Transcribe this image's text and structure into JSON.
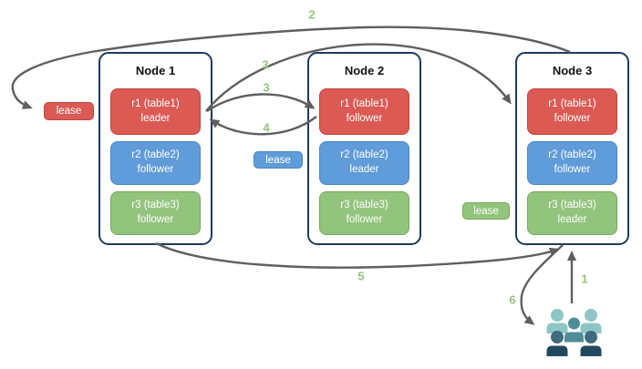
{
  "diagram_type": "raft-replication-lease-diagram",
  "nodes": [
    {
      "title": "Node 1",
      "replicas": [
        {
          "label": "r1 (table1)",
          "role": "leader",
          "color": "red"
        },
        {
          "label": "r2 (table2)",
          "role": "follower",
          "color": "blue"
        },
        {
          "label": "r3 (table3)",
          "role": "follower",
          "color": "green"
        }
      ]
    },
    {
      "title": "Node 2",
      "replicas": [
        {
          "label": "r1 (table1)",
          "role": "follower",
          "color": "red"
        },
        {
          "label": "r2 (table2)",
          "role": "leader",
          "color": "blue"
        },
        {
          "label": "r3 (table3)",
          "role": "follower",
          "color": "green"
        }
      ]
    },
    {
      "title": "Node 3",
      "replicas": [
        {
          "label": "r1 (table1)",
          "role": "follower",
          "color": "red"
        },
        {
          "label": "r2 (table2)",
          "role": "follower",
          "color": "blue"
        },
        {
          "label": "r3 (table3)",
          "role": "leader",
          "color": "green"
        }
      ]
    }
  ],
  "leases": [
    {
      "label": "lease",
      "color": "red"
    },
    {
      "label": "lease",
      "color": "blue"
    },
    {
      "label": "lease",
      "color": "green"
    }
  ],
  "steps": [
    {
      "label": "2",
      "from": "Node 3",
      "to": "red lease (left of Node 1)"
    },
    {
      "label": "3",
      "from": "Node 1 r1 leader",
      "to": "Node 3 r1 follower"
    },
    {
      "label": "3",
      "from": "Node 1 r1 leader",
      "to": "Node 2 r1 follower"
    },
    {
      "label": "4",
      "from": "Node 2 r1 follower",
      "to": "Node 1 r1 leader"
    },
    {
      "label": "5",
      "from": "Node 1",
      "to": "Node 3"
    },
    {
      "label": "1",
      "from": "users",
      "to": "Node 3"
    },
    {
      "label": "6",
      "from": "Node 3",
      "to": "users"
    }
  ],
  "colors": {
    "red": "#db5a54",
    "red_border": "#bc4742",
    "blue": "#5f9cd9",
    "blue_border": "#4a86c6",
    "green": "#93c47d",
    "green_border": "#76a75f",
    "node_border": "#1f3a5f",
    "arrow": "#5f5f5f",
    "step_label": "#93c47d",
    "teal_light": "#8ec6c5",
    "teal_mid": "#4e8c98",
    "teal_dark_head": "#3e6b7d",
    "teal_dark_body": "#20495f"
  }
}
